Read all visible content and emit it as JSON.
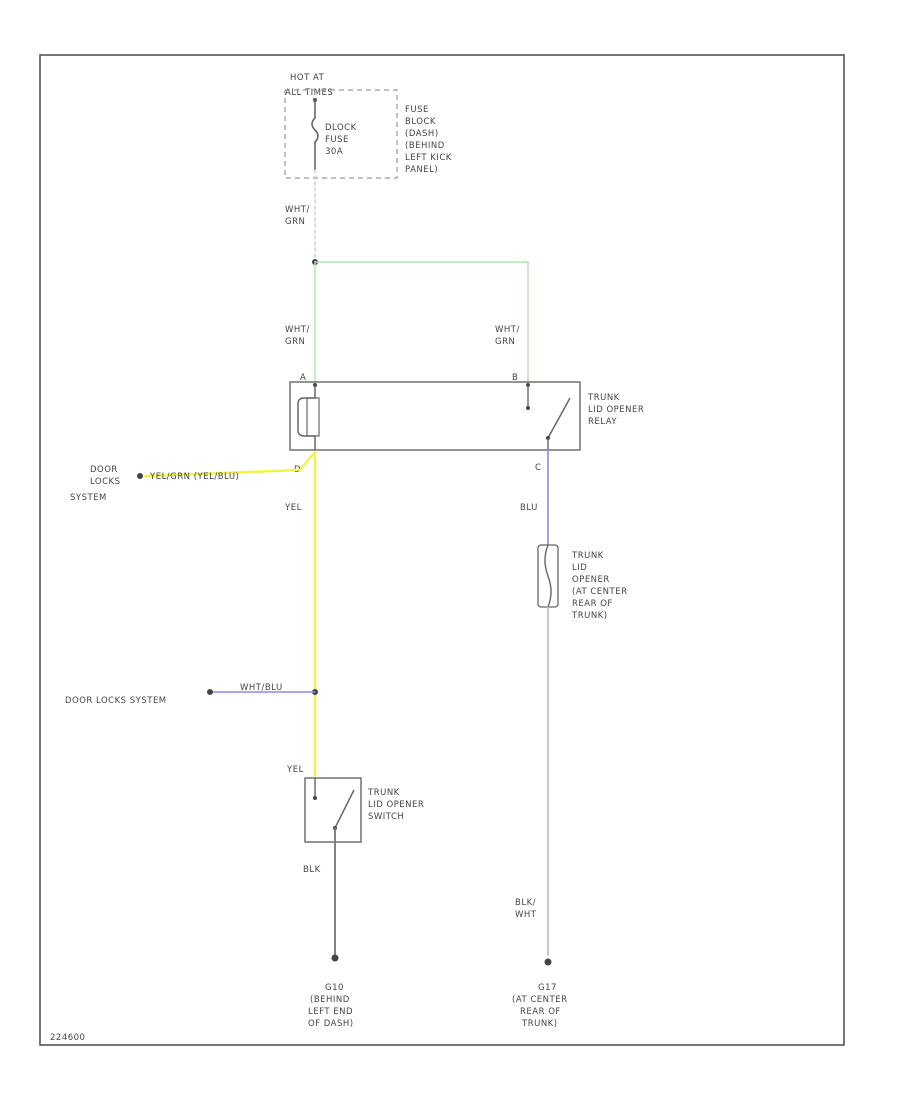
{
  "power": {
    "hot_at": "HOT AT",
    "times": "ALL TIMES"
  },
  "fuse_block": {
    "label_lines": [
      "FUSE",
      "BLOCK",
      "(DASH)",
      "(BEHIND",
      "LEFT KICK",
      "PANEL)"
    ],
    "fuse_lines": [
      "DLOCK",
      "FUSE",
      "30A"
    ]
  },
  "wires": {
    "wht_grn_top": [
      "WHT/",
      "GRN"
    ],
    "wht_grn_left": [
      "WHT/",
      "GRN"
    ],
    "wht_grn_right": [
      "WHT/",
      "GRN"
    ],
    "yel_grn_blu": "YEL/GRN (YEL/BLU)",
    "yel_main": "YEL",
    "wht_blu": "WHT/BLU",
    "yel_switch": "YEL",
    "blu": "BLU",
    "blk_left": "BLK",
    "blk_wht": [
      "BLK/",
      "WHT"
    ]
  },
  "relay": {
    "label_lines": [
      "TRUNK",
      "LID OPENER",
      "RELAY"
    ],
    "pin_a": "A",
    "pin_b": "B",
    "pin_c": "C",
    "pin_d": "D"
  },
  "connections": {
    "door_locks_system_upper": [
      "DOOR",
      "LOCKS",
      "SYSTEM"
    ],
    "door_locks_system_lower": "DOOR LOCKS SYSTEM"
  },
  "opener": {
    "label_lines": [
      "TRUNK",
      "LID",
      "OPENER",
      "(AT CENTER",
      "REAR OF",
      "TRUNK)"
    ]
  },
  "switch": {
    "label_lines": [
      "TRUNK",
      "LID OPENER",
      "SWITCH"
    ]
  },
  "grounds": {
    "g1_lines": [
      "G10",
      "(BEHIND",
      "LEFT END",
      "OF DASH)"
    ],
    "g2_lines": [
      "G17",
      "(AT CENTER",
      "REAR OF",
      "TRUNK)"
    ]
  },
  "footer": {
    "code": "224600"
  },
  "colors": {
    "frame": "#555555",
    "wht_grn": "#a8e6a8",
    "yel": "#f2f24a",
    "blu": "#8a8aee",
    "wht_blu": "#8a8aee",
    "blk": "#777777",
    "blk_wht": "#bbbbbb",
    "component": "#555555"
  }
}
